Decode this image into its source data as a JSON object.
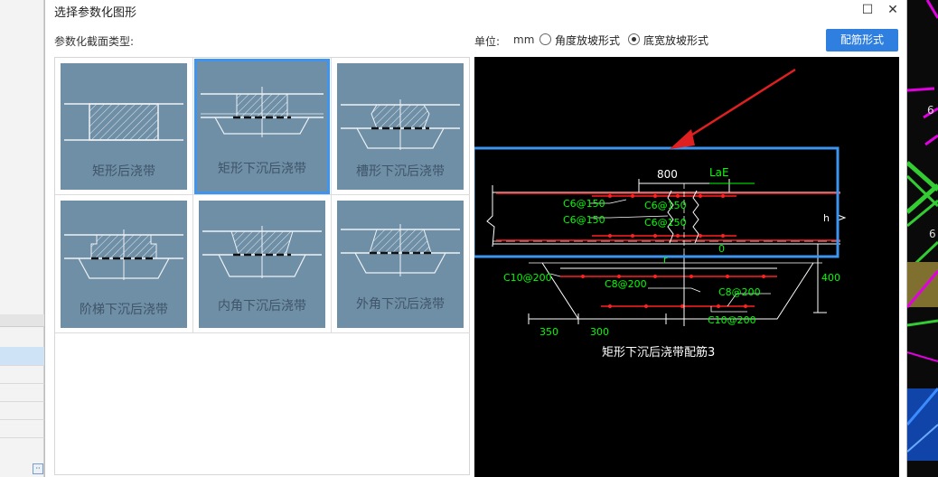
{
  "dialog": {
    "title": "选择参数化图形",
    "maximize_icon": "☐",
    "close_icon": "✕",
    "section_label": "参数化截面类型:",
    "unit_label": "单位:",
    "unit_value": "mm",
    "radio_options": [
      {
        "label": "角度放坡形式",
        "checked": false
      },
      {
        "label": "底宽放坡形式",
        "checked": true
      }
    ],
    "config_button": "配筋形式"
  },
  "sections": [
    {
      "label": "矩形后浇带",
      "selected": false
    },
    {
      "label": "矩形下沉后浇带",
      "selected": true
    },
    {
      "label": "槽形下沉后浇带",
      "selected": false
    },
    {
      "label": "阶梯下沉后浇带",
      "selected": false
    },
    {
      "label": "内角下沉后浇带",
      "selected": false
    },
    {
      "label": "外角下沉后浇带",
      "selected": false
    }
  ],
  "preview": {
    "caption": "矩形下沉后浇带配筋3",
    "dim_width": "800",
    "dim_lae": "LaE",
    "dim_h": "h",
    "dim_zero": "0",
    "dim_400": "400",
    "dim_350": "350",
    "dim_300": "300",
    "dim_r": "r",
    "rebar_c6_1": "C6@150",
    "rebar_c6_2": "C6@150",
    "rebar_c6_3": "C6@150",
    "rebar_c6_4": "C6@150",
    "rebar_c10_top": "C10@200",
    "rebar_c8_left": "C8@200",
    "rebar_c8_right": "C8@200",
    "rebar_c10_bottom": "C10@200"
  },
  "colors": {
    "accent": "#2f7fe0",
    "thumb_bg": "#6f8fa7",
    "highlight_box": "#3d95ef",
    "arrow": "#e02020",
    "rebar": "#ff2020",
    "cad_text": "#00ff00"
  },
  "background_app": {
    "right_labels": [
      "6",
      "6"
    ],
    "left_button_icon": "··"
  }
}
